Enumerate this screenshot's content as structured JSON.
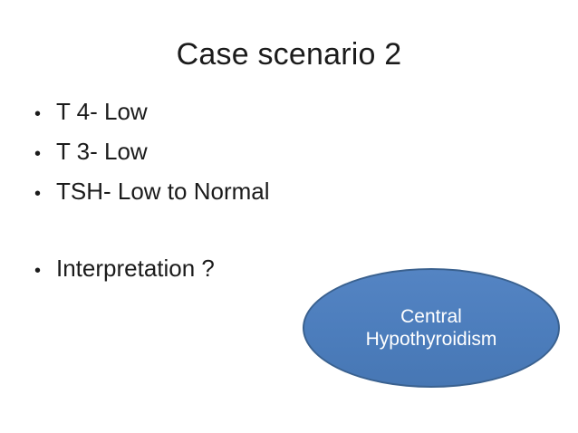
{
  "slide": {
    "title": "Case scenario 2",
    "bullet_char": "•",
    "bullets": [
      "T 4- Low",
      "T 3- Low",
      "TSH- Low to Normal"
    ],
    "question": "Interpretation ?",
    "callout": {
      "line1": "Central",
      "line2": "Hypothyroidism"
    },
    "colors": {
      "background": "#ffffff",
      "text": "#1b1b1b",
      "ellipse_fill": "#4d7ebd",
      "ellipse_border": "#3a618f",
      "ellipse_text": "#ffffff"
    }
  }
}
